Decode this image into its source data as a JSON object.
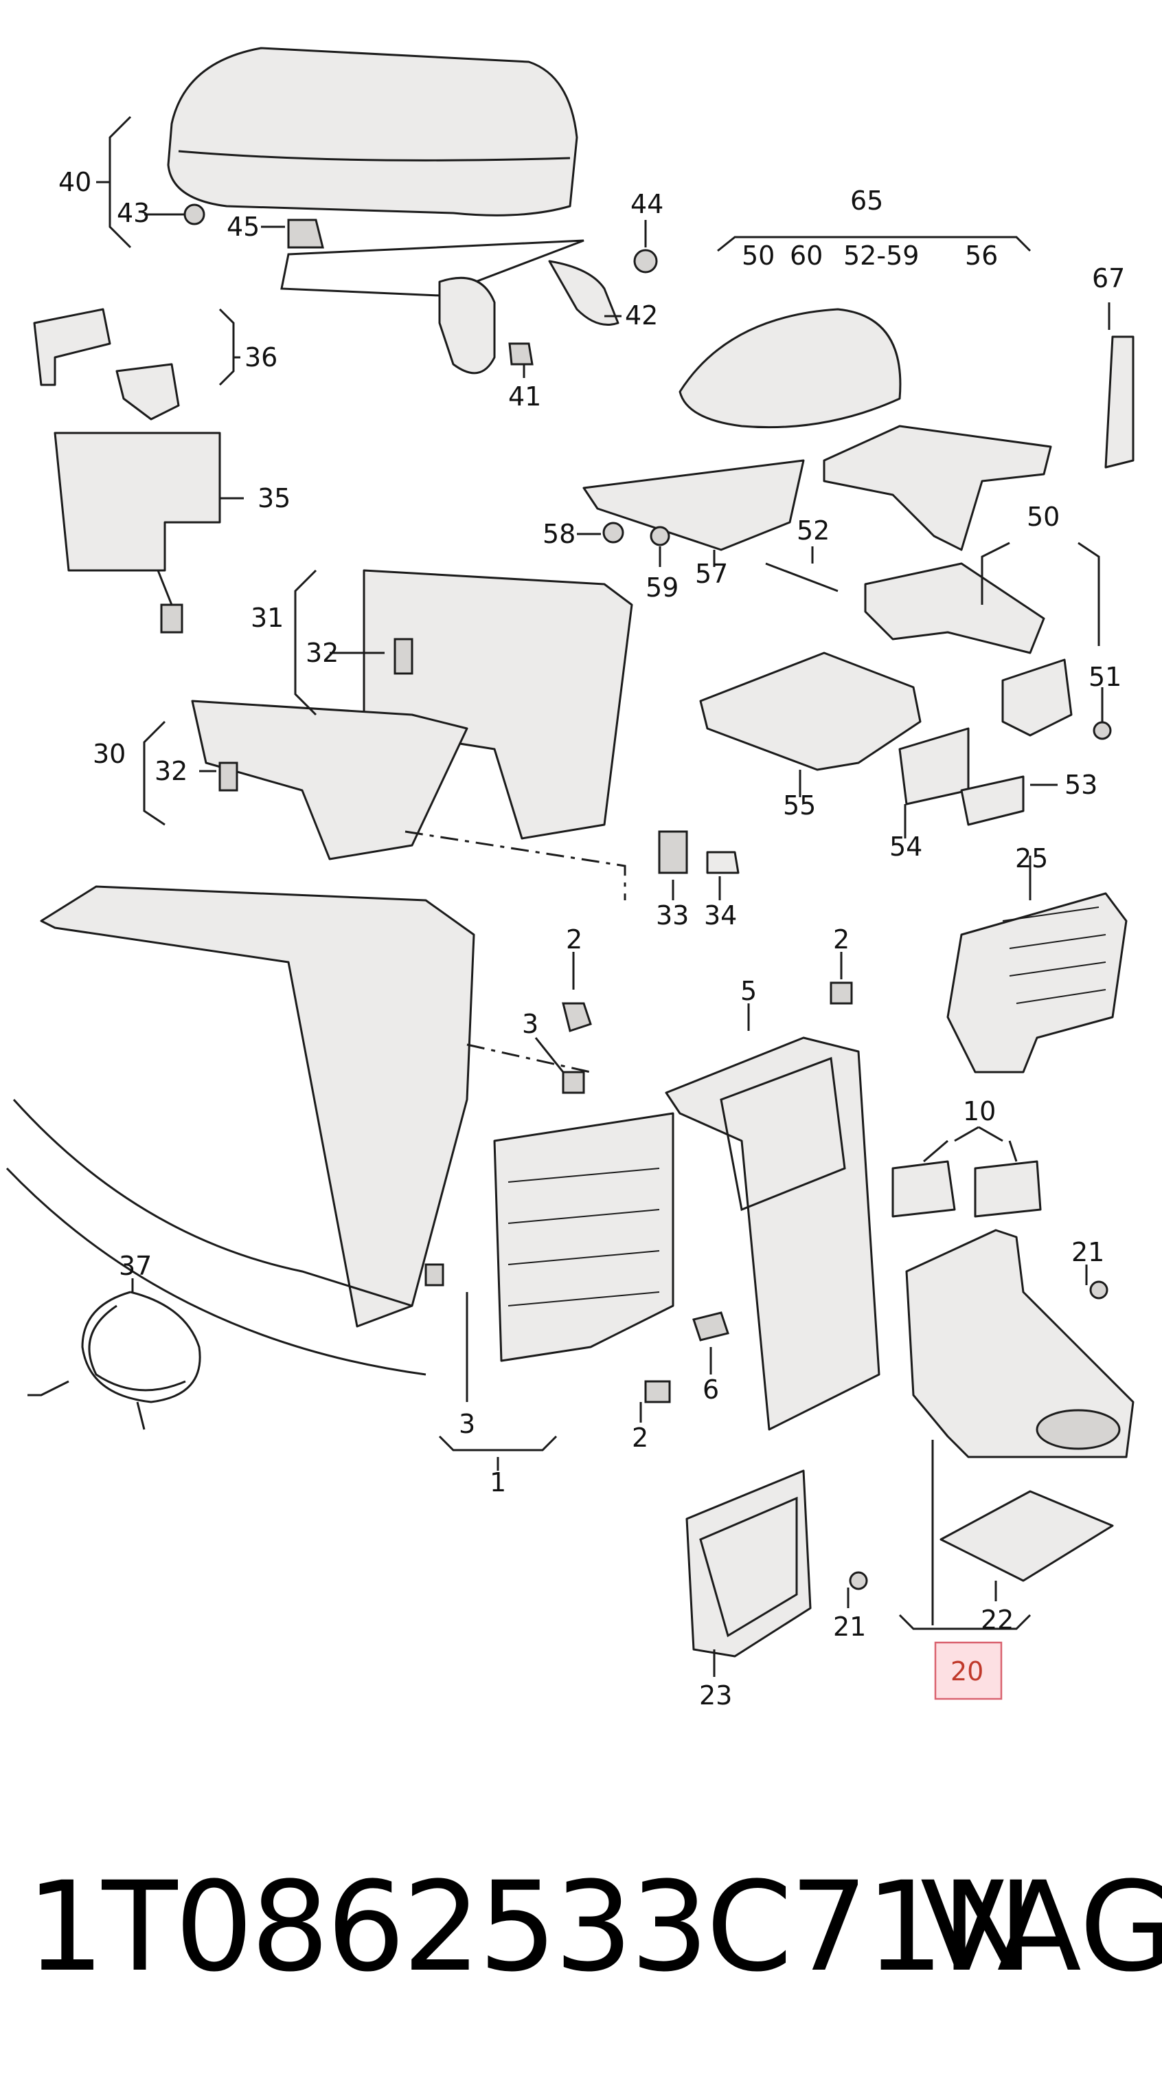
{
  "diagram": {
    "callouts": {
      "c40": "40",
      "c43": "43",
      "c45": "45",
      "c44": "44",
      "c42": "42",
      "c41": "41",
      "c36": "36",
      "c35": "35",
      "c65": "65",
      "c50a": "50",
      "c60": "60",
      "c5259": "52-59",
      "c56": "56",
      "c67": "67",
      "c58": "58",
      "c59": "59",
      "c57": "57",
      "c52": "52",
      "c50b": "50",
      "c51": "51",
      "c31": "31",
      "c32a": "32",
      "c30": "30",
      "c32b": "32",
      "c55": "55",
      "c54": "54",
      "c53": "53",
      "c33": "33",
      "c34": "34",
      "c25": "25",
      "c2a": "2",
      "c2b": "2",
      "c3a": "3",
      "c5": "5",
      "c10": "10",
      "c21a": "21",
      "c37": "37",
      "c3b": "3",
      "c1": "1",
      "c2c": "2",
      "c6": "6",
      "c21b": "21",
      "c22": "22",
      "c23": "23",
      "c20": "20"
    },
    "highlight_color": "#d9626f"
  },
  "footer": {
    "part_number": "1T0862533C71N",
    "brand": "VAG"
  }
}
